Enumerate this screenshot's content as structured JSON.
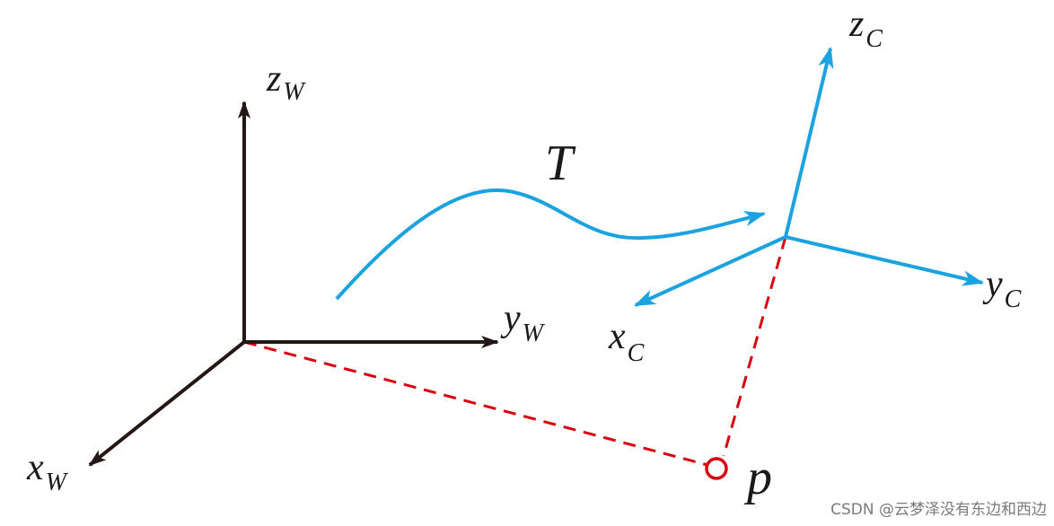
{
  "world_frame": {
    "x_label": "x",
    "x_sub": "W",
    "y_label": "y",
    "y_sub": "W",
    "z_label": "z",
    "z_sub": "W",
    "color": "#231815"
  },
  "camera_frame": {
    "x_label": "x",
    "x_sub": "C",
    "y_label": "y",
    "y_sub": "C",
    "z_label": "z",
    "z_sub": "C",
    "color": "#1aa3e0"
  },
  "transform": {
    "label": "T",
    "color": "#1aa3e0"
  },
  "point": {
    "label": "p",
    "color": "#d7000f"
  },
  "watermark": {
    "text": "CSDN @云梦泽没有东边和西边"
  }
}
